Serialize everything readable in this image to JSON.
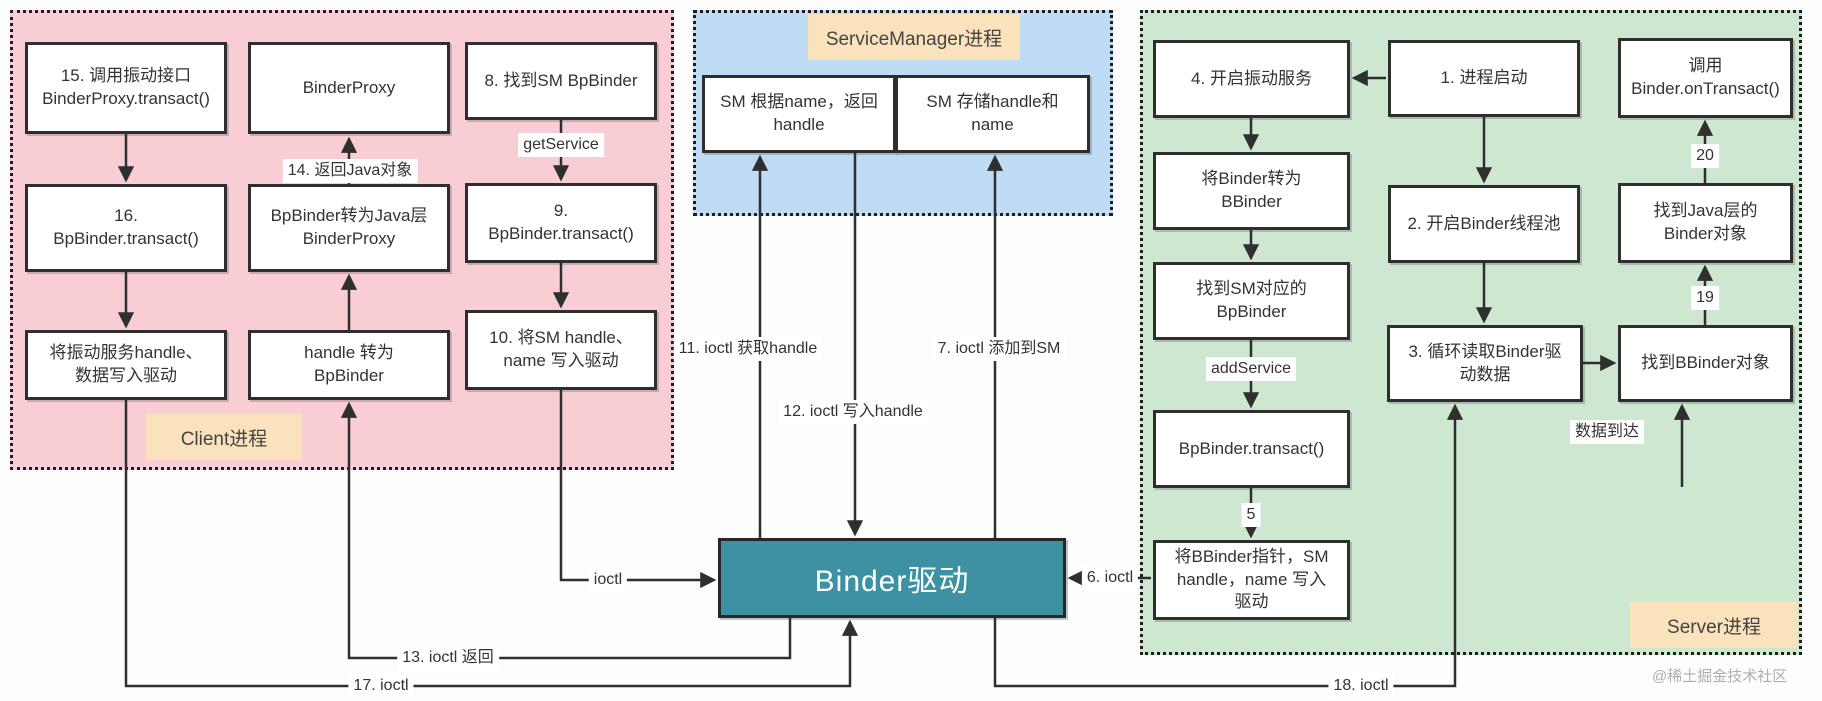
{
  "colors": {
    "client_bg": "#f8cdd4",
    "service_manager_bg": "#bfdcf4",
    "server_bg": "#cee7d1",
    "region_label_bg": "#fae3bc",
    "driver_bg": "#3e91a3",
    "line": "#2f2f2f"
  },
  "client": {
    "label": "Client进程",
    "nodes": {
      "n15": "15. 调用振动接口\nBinderProxy.transact()",
      "binder_proxy": "BinderProxy",
      "n8": "8. 找到SM BpBinder",
      "n16": "16.\nBpBinder.transact()",
      "bp_to_java": "BpBinder转为Java层\nBinderProxy",
      "n9": "9.\nBpBinder.transact()",
      "write_driver": "将振动服务handle、\n数据写入驱动",
      "handle_to_bp": "handle 转为\nBpBinder",
      "n10": "10. 将SM handle、\nname 写入驱动"
    }
  },
  "service_manager": {
    "label": "ServiceManager进程",
    "nodes": {
      "return_handle": "SM 根据name，返回\nhandle",
      "store_handle": "SM 存储handle和\nname"
    }
  },
  "server": {
    "label": "Server进程",
    "nodes": {
      "n4": "4. 开启振动服务",
      "to_bbinder": "将Binder转为\nBBinder",
      "find_sm_bp": "找到SM对应的\nBpBinder",
      "bp_transact": "BpBinder.transact()",
      "write_bbinder": "将BBinder指针，SM\nhandle，name 写入\n驱动",
      "n1": "1. 进程启动",
      "n2": "2. 开启Binder线程池",
      "n3": "3. 循环读取Binder驱\n动数据",
      "call_on_transact": "调用\nBinder.onTransact()",
      "find_java_binder": "找到Java层的\nBinder对象",
      "find_bbinder": "找到BBinder对象"
    }
  },
  "driver": {
    "label": "Binder驱动"
  },
  "edge_labels": {
    "e14": "14. 返回Java对象",
    "get_service": "getService",
    "add_service": "addService",
    "e5": "5",
    "e19": "19",
    "e20": "20",
    "data_arrive": "数据到达",
    "e11": "11. ioctl 获取handle",
    "e12": "12. ioctl 写入handle",
    "e7": "7. ioctl 添加到SM",
    "ioctl": "ioctl",
    "e6": "6. ioctl",
    "e13": "13. ioctl 返回",
    "e17": "17. ioctl",
    "e18": "18. ioctl"
  },
  "watermark": "@稀土掘金技术社区"
}
